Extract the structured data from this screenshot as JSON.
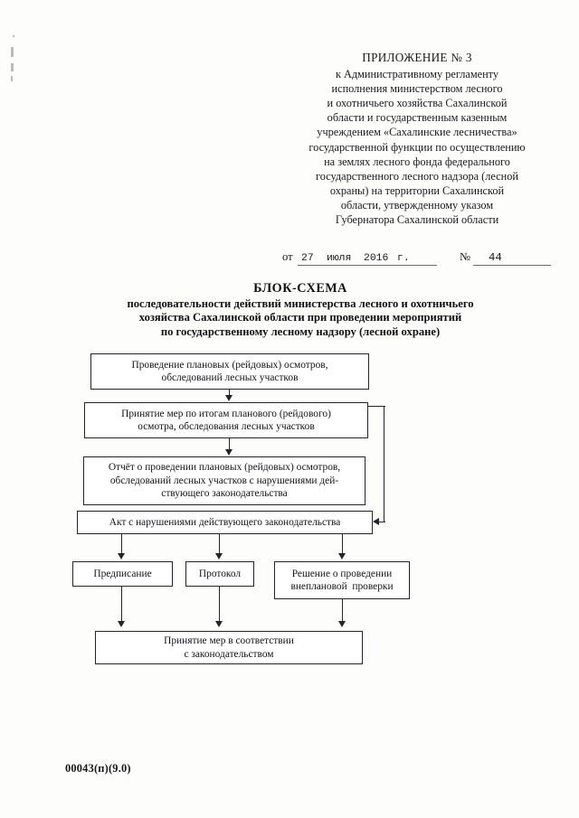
{
  "document": {
    "appendix": {
      "title": "ПРИЛОЖЕНИЕ № 3",
      "lines": [
        "к Административному регламенту",
        "исполнения министерством лесного",
        "и охотничьего хозяйства Сахалинской",
        "области и государственным казенным",
        "учреждением «Сахалинские лесничества»",
        "государственной функции по осуществлению",
        "на землях лесного фонда федерального",
        "государственного лесного надзора (лесной",
        "охраны) на территории Сахалинской",
        "области, утвержденному указом",
        "Губернатора Сахалинской области"
      ]
    },
    "date_row": {
      "ot_label": "от",
      "day": "27",
      "month": "июля",
      "year": "2016",
      "year_suffix": "г.",
      "number_label": "№",
      "number_value": "44"
    },
    "title": {
      "scheme_name": "БЛОК-СХЕМА",
      "lines": [
        "последовательности действий министерства лесного и охотничьего",
        "хозяйства Сахалинской области при проведении мероприятий",
        "по государственному лесному надзору (лесной охране)"
      ]
    },
    "footer": {
      "code": "00043(п)(9.0)"
    }
  },
  "flowchart": {
    "nodes": [
      {
        "id": "inspections",
        "text": "Проведение плановых (рейдовых) осмотров,\nобследований лесных участков"
      },
      {
        "id": "measures",
        "text": "Принятие мер по итогам планового (рейдового)\nосмотра, обследования лесных участков"
      },
      {
        "id": "report",
        "text": "Отчёт о проведении плановых (рейдовых) осмотров,\nобследований лесных участков с нарушениями дей-\nствующего законодательства"
      },
      {
        "id": "act",
        "text": "Акт с нарушениями действующего законодательства"
      },
      {
        "id": "prescription",
        "text": "Предписание"
      },
      {
        "id": "protocol",
        "text": "Протокол"
      },
      {
        "id": "unscheduled",
        "text": "Решение о проведении\nвнеплановой  проверки"
      },
      {
        "id": "final",
        "text": "Принятие мер в соответствии\nс законодательством"
      }
    ]
  },
  "colors": {
    "ink": "#24242a",
    "paper": "#fdfdfc",
    "rule": "#6d6d6d"
  }
}
